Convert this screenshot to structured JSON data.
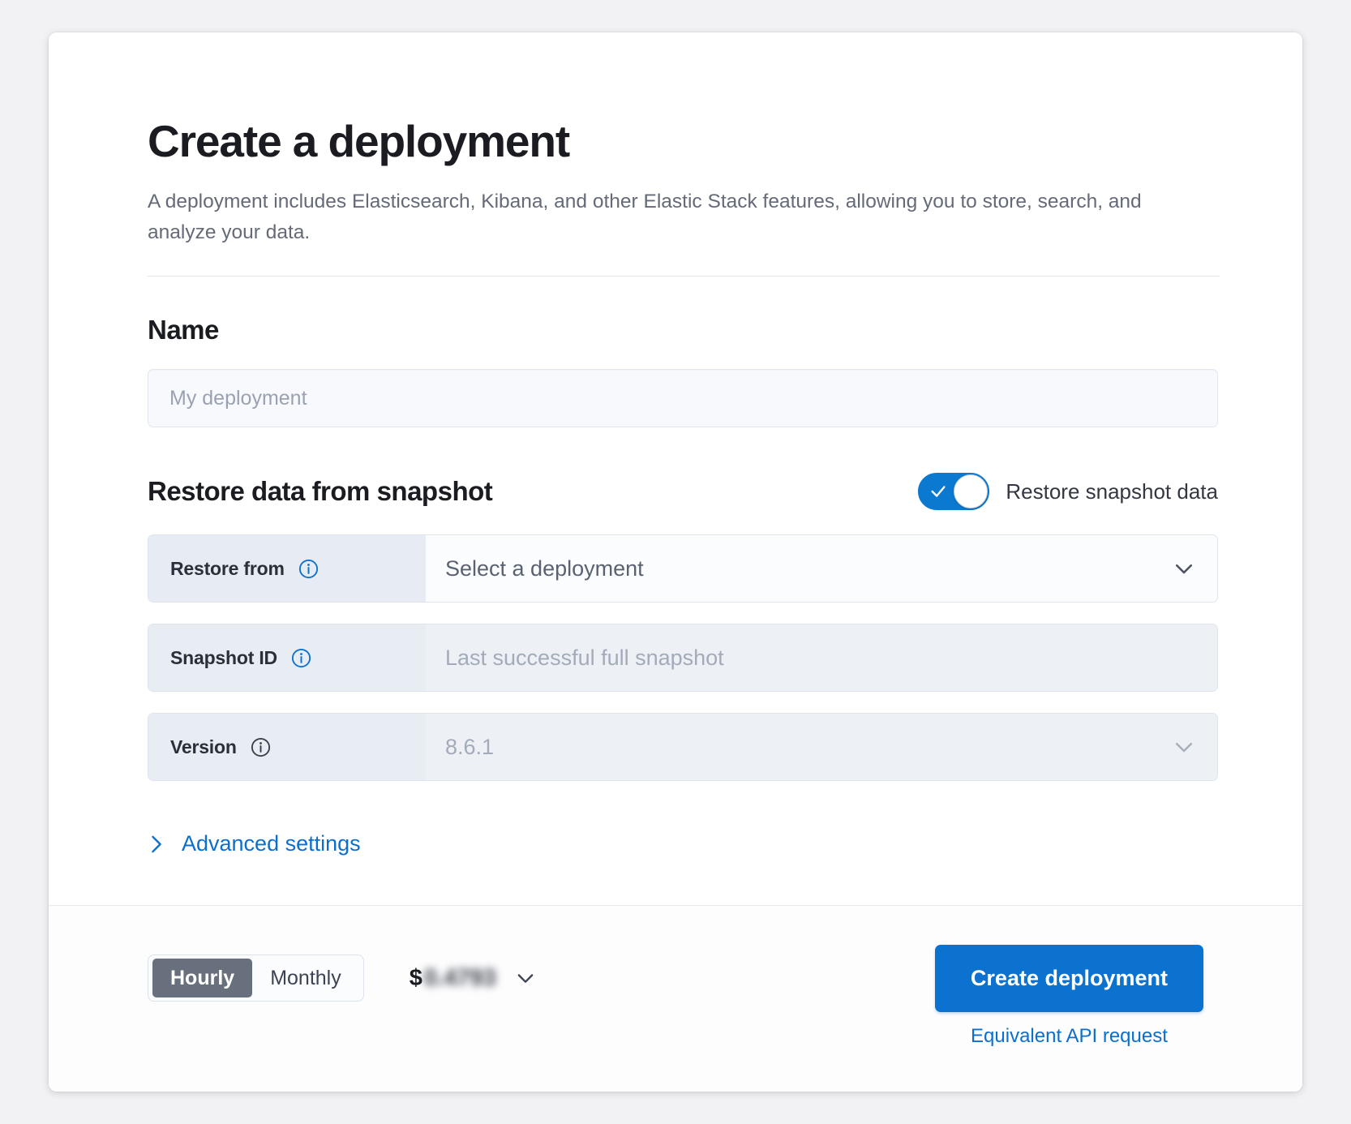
{
  "header": {
    "title": "Create a deployment",
    "description": "A deployment includes Elasticsearch, Kibana, and other Elastic Stack features, allowing you to store, search, and analyze your data."
  },
  "name_section": {
    "title": "Name",
    "placeholder": "My deployment",
    "value": ""
  },
  "restore_section": {
    "title": "Restore data from snapshot",
    "toggle_label": "Restore snapshot data",
    "toggle_on": true,
    "rows": [
      {
        "label": "Restore from",
        "value": "Select a deployment",
        "disabled": false,
        "control": "dropdown",
        "info_icon": "info-circle-icon"
      },
      {
        "label": "Snapshot ID",
        "value": "Last successful full snapshot",
        "disabled": true,
        "control": "text",
        "info_icon": "info-circle-icon"
      },
      {
        "label": "Version",
        "value": "8.6.1",
        "disabled": true,
        "control": "dropdown",
        "info_icon": "info-circle-icon"
      }
    ],
    "advanced_settings_label": "Advanced settings"
  },
  "footer": {
    "billing": {
      "hourly_label": "Hourly",
      "monthly_label": "Monthly",
      "selected": "Hourly"
    },
    "price": {
      "currency_symbol": "$",
      "amount": "0.4793",
      "obscured": true
    },
    "create_button_label": "Create deployment",
    "api_link_label": "Equivalent API request"
  },
  "colors": {
    "accent": "#0b72d0",
    "link": "#0b6fce",
    "toggle_on": "#0b79d0",
    "segment_active": "#69707d",
    "heading": "#1a1c21",
    "muted_text": "#646a77"
  },
  "icons": {
    "info": "info-circle-icon",
    "chevron_down": "chevron-down-icon",
    "chevron_right": "chevron-right-icon",
    "check": "check-icon"
  }
}
